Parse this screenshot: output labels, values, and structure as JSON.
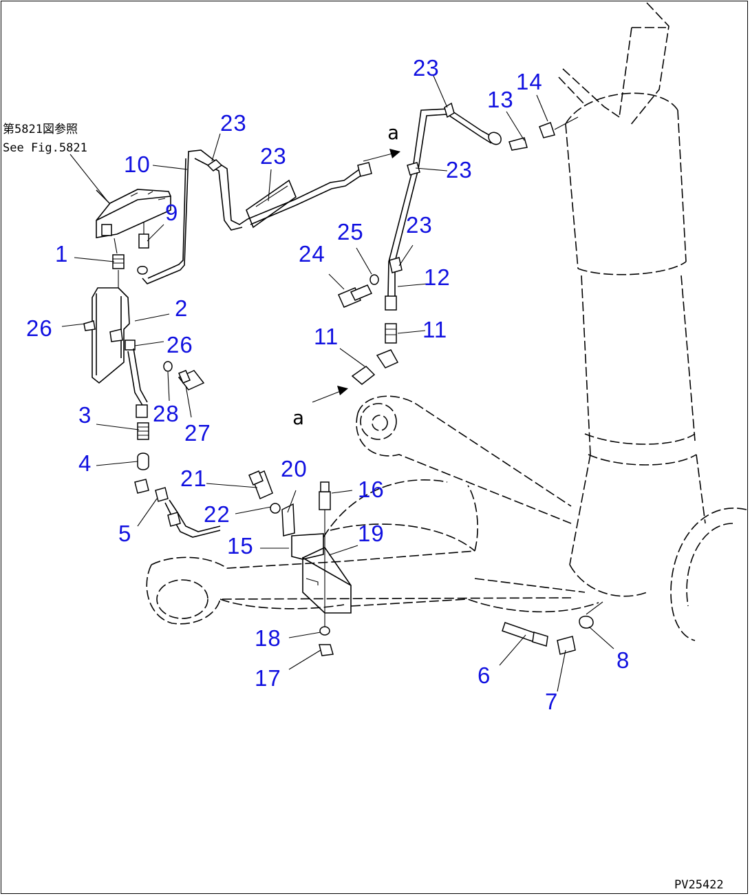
{
  "figure_code": "PV25422",
  "reference_note": {
    "line1": "第5821図参照",
    "line2": "See Fig.5821"
  },
  "view_marker": "a",
  "callouts": [
    {
      "id": "c1",
      "label": "1"
    },
    {
      "id": "c2",
      "label": "2"
    },
    {
      "id": "c3",
      "label": "3"
    },
    {
      "id": "c4",
      "label": "4"
    },
    {
      "id": "c5",
      "label": "5"
    },
    {
      "id": "c6",
      "label": "6"
    },
    {
      "id": "c7",
      "label": "7"
    },
    {
      "id": "c8",
      "label": "8"
    },
    {
      "id": "c9",
      "label": "9"
    },
    {
      "id": "c10",
      "label": "10"
    },
    {
      "id": "c11a",
      "label": "11"
    },
    {
      "id": "c11b",
      "label": "11"
    },
    {
      "id": "c12",
      "label": "12"
    },
    {
      "id": "c13",
      "label": "13"
    },
    {
      "id": "c14",
      "label": "14"
    },
    {
      "id": "c15",
      "label": "15"
    },
    {
      "id": "c16",
      "label": "16"
    },
    {
      "id": "c17",
      "label": "17"
    },
    {
      "id": "c18",
      "label": "18"
    },
    {
      "id": "c19",
      "label": "19"
    },
    {
      "id": "c20",
      "label": "20"
    },
    {
      "id": "c21",
      "label": "21"
    },
    {
      "id": "c22",
      "label": "22"
    },
    {
      "id": "c23a",
      "label": "23"
    },
    {
      "id": "c23b",
      "label": "23"
    },
    {
      "id": "c23c",
      "label": "23"
    },
    {
      "id": "c23d",
      "label": "23"
    },
    {
      "id": "c23e",
      "label": "23"
    },
    {
      "id": "c24",
      "label": "24"
    },
    {
      "id": "c25",
      "label": "25"
    },
    {
      "id": "c26a",
      "label": "26"
    },
    {
      "id": "c26b",
      "label": "26"
    },
    {
      "id": "c27",
      "label": "27"
    },
    {
      "id": "c28",
      "label": "28"
    }
  ],
  "colors": {
    "callout": "#1010e0",
    "line": "#000000",
    "background": "#ffffff"
  }
}
